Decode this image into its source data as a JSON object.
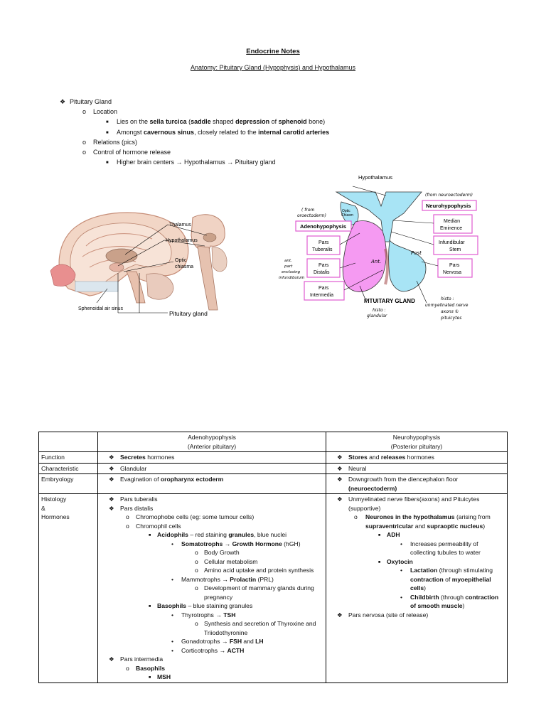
{
  "doc": {
    "title": "Endocrine Notes",
    "subtitle": "Anatomy: Pituitary Gland (Hypophysis) and Hypothalamus"
  },
  "outline": {
    "item1": "Pituitary Gland",
    "location": "Location",
    "loc1": [
      "Lies on the ",
      "sella turcica",
      " (",
      "saddle",
      " shaped ",
      "depression",
      " of ",
      "sphenoid",
      " bone)"
    ],
    "loc2": [
      "Amongst ",
      "cavernous sinus",
      ", closely related to the ",
      "internal carotid arteries"
    ],
    "relations": "Relations (pics)",
    "control": "Control of hormone release",
    "control1": "Higher brain centers → Hypothalamus → Pituitary gland"
  },
  "fig_brain": {
    "thalamus": "Thalamus",
    "hypothalamus": "Hypothalamus",
    "optic": "Optic",
    "chiasma": "chiasma",
    "sphenoidal": "Sphenoidal air sinus",
    "pituitary": "Pituitary gland"
  },
  "fig_pit": {
    "hypothalamus": "Hypothalamus",
    "neurohypophysis": "Neurohypophysis",
    "adenohypophysis": "Adenohypophysis",
    "optic": "Optic",
    "chiasm": "Chiasm",
    "median1": "Median",
    "median2": "Eminence",
    "infund1": "Infundibular",
    "infund2": "Stem",
    "pt1": "Pars",
    "pt2": "Tuberalis",
    "pd1": "Pars",
    "pd2": "Distalis",
    "pi1": "Pars",
    "pi2": "Intermedia",
    "pn1": "Pars",
    "pn2": "Nervosa",
    "gland": "PITUITARY GLAND",
    "ant": "Ant.",
    "post": "Post",
    "note_neuro": "(from neuroectoderm)",
    "note_oro1": "( from",
    "note_oro2": "oroectoderm)",
    "note_ant1": "ant.",
    "note_ant2": "part",
    "note_ant3": "enclosing",
    "note_ant4": "infundibulum",
    "note_histo1": "histo :",
    "note_histo2": "glandular",
    "note_post1": "histo :",
    "note_post2": "unmyelinated nerve",
    "note_post3": "axons ①",
    "note_post4": "pituicytes"
  },
  "table": {
    "col_adeno": "Adenohypophysis",
    "col_adeno_sub": "(Anterior pituitary)",
    "col_neuro": "Neurohypophysis",
    "col_neuro_sub": "(Posterior pituitary)",
    "r_function": "Function",
    "r_characteristic": "Characteristic",
    "r_embryology": "Embryology",
    "r_histology1": "Histology",
    "r_histology2": "&",
    "r_histology3": "Hormones",
    "a_function": [
      "Secretes",
      " hormones"
    ],
    "n_function": [
      "Stores",
      " and ",
      "releases",
      " hormones"
    ],
    "a_char": "Glandular",
    "n_char": "Neural",
    "a_emb": [
      "Evagination of ",
      "oropharynx ectoderm"
    ],
    "n_emb1": "Downgrowth from the diencephalon floor",
    "n_emb2": "(neuroectoderm)",
    "a_h": {
      "pt": "Pars tuberalis",
      "pd": "Pars distalis",
      "chromophobe": "Chromophobe cells (eg: some tumour cells)",
      "chromophil": "Chromophil cells",
      "acid": [
        "Acidophils",
        " – red staining ",
        "granules",
        ", blue nuclei"
      ],
      "somato": [
        "Somatotrophs → Growth Hormone",
        " (hGH)"
      ],
      "s1": "Body Growth",
      "s2": "Cellular metabolism",
      "s3": "Amino acid uptake and protein synthesis",
      "mammo": [
        "Mammotrophs → ",
        "Prolactin",
        " (PRL)"
      ],
      "m1": "Development of mammary glands during pregnancy",
      "baso": [
        "Basophils",
        " – blue staining granules"
      ],
      "thyro": [
        "Thyrotrophs → ",
        "TSH"
      ],
      "t1": "Synthesis and secretion of Thyroxine and Triiodothyronine",
      "gonado": [
        "Gonadotrophs → ",
        "FSH",
        " and ",
        "LH"
      ],
      "cortico": [
        "Corticotrophs → ",
        "ACTH"
      ],
      "pi": "Pars intermedia",
      "baso2": "Basophils",
      "msh": "MSH"
    },
    "n_h": {
      "u1": "Unmyelinated nerve fibers(axons) and Pituicytes (supportive)",
      "neurones": [
        "Neurones in the hypothalamus",
        " (arising from ",
        "supraventricular",
        " and ",
        "supraoptic nucleus",
        ")"
      ],
      "adh": "ADH",
      "adh1": "Increases permeability of collecting tubules to water",
      "oxy": "Oxytocin",
      "lact": [
        "Lactation",
        " (through stimulating ",
        "contraction",
        " of ",
        "myoepithelial cells",
        ")"
      ],
      "child": [
        "Childbirth",
        " (through ",
        "contraction of smooth muscle",
        ")"
      ],
      "pn": "Pars nervosa (site of release)"
    }
  },
  "colors": {
    "pink": "#e05ad0",
    "lightblue": "#a8e4f5",
    "magenta_fill": "#f59af2"
  }
}
